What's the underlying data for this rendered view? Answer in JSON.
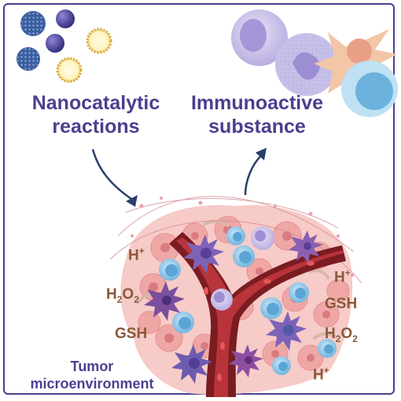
{
  "labels": {
    "nanocatalytic": [
      "Nanocatalytic",
      "reactions"
    ],
    "immunoactive": [
      "Immunoactive",
      "substance"
    ],
    "tumor": [
      "Tumor",
      "microenvironment"
    ]
  },
  "chemicals": {
    "h_plus": {
      "base": "H",
      "sup": "+"
    },
    "h2o2": {
      "a": "H",
      "sub": "2",
      "b": "O",
      "sub2": "2"
    },
    "gsh": "GSH"
  },
  "colors": {
    "frame": "#4b3f8f",
    "label": "#4b3f8f",
    "chem": "#8a5a3a",
    "vessel": "#7a1c22",
    "tumor_pink": "#f2b6b3"
  },
  "icons": [
    "nanoparticle-icon",
    "immune-cell-icon",
    "dendritic-cell-icon",
    "blood-vessel-icon"
  ]
}
